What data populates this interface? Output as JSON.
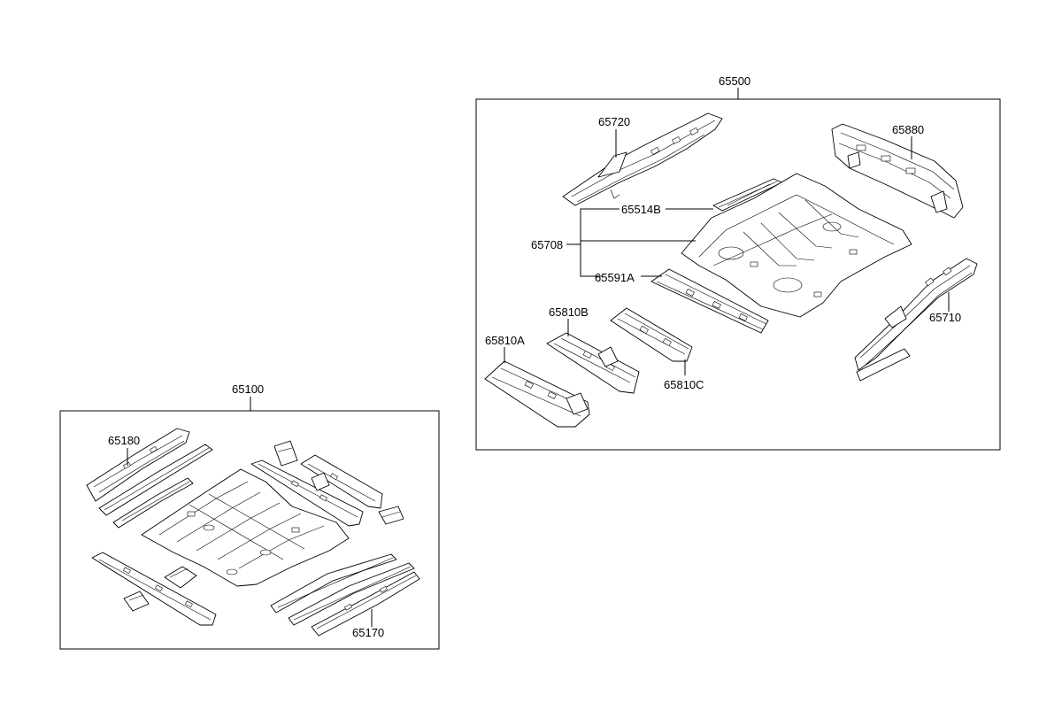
{
  "groups": [
    {
      "id": "65500",
      "label": "65500"
    },
    {
      "id": "65100",
      "label": "65100"
    }
  ],
  "parts": {
    "p65720": "65720",
    "p65880": "65880",
    "p65514B": "65514B",
    "p65708": "65708",
    "p65591A": "65591A",
    "p65810B": "65810B",
    "p65810A": "65810A",
    "p65810C": "65810C",
    "p65710": "65710",
    "p65180": "65180",
    "p65170": "65170"
  }
}
